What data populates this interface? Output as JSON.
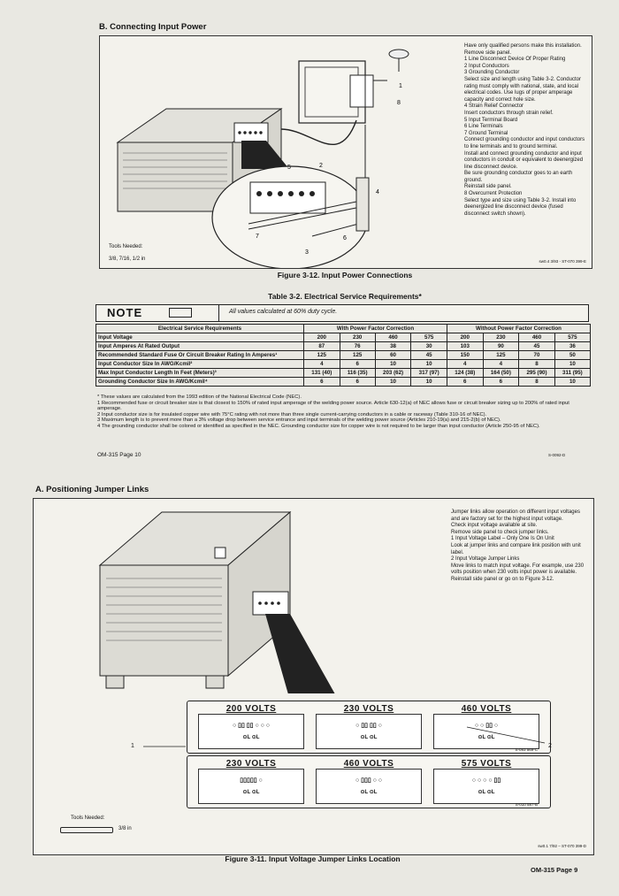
{
  "section_b": {
    "heading": "B. Connecting Input Power"
  },
  "fig312": {
    "notes": [
      "Have only qualified persons make this installation.",
      "Remove side panel.",
      "1   Line Disconnect Device Of Proper Rating",
      "2   Input Conductors",
      "3   Grounding Conductor",
      "Select size and length using Table 3-2. Conductor rating must comply with national, state, and local electrical codes. Use lugs of proper amperage capacity and correct hole size.",
      "4   Strain Relief Connector",
      "Insert conductors through strain relief.",
      "5   Input Terminal Board",
      "6   Line Terminals",
      "7   Ground Terminal",
      "Connect grounding conductor and input conductors to line terminals and to ground terminal.",
      "Install and connect grounding conductor and input conductors in conduit or equivalent to deenergized line disconnect device.",
      "Be sure grounding conductor goes to an earth ground.",
      "Reinstall side panel.",
      "8   Overcurrent Protection",
      "Select type and size using Table 3-2. Install into deenergized line disconnect device (fused disconnect switch shown)."
    ],
    "tools_label": "Tools Needed:",
    "tools_sizes": "3/8, 7/16, 1/2 in",
    "code": "sw0.4 3/93 - ST-070 399-E",
    "callouts": [
      "1",
      "2",
      "3",
      "4",
      "5",
      "6",
      "7",
      "8"
    ],
    "caption": "Figure 3-12. Input Power Connections"
  },
  "table32": {
    "title": "Table 3-2. Electrical Service Requirements*",
    "note_label": "NOTE",
    "note_text": "All values calculated at 60% duty cycle.",
    "col_header": "Electrical Service Requirements",
    "group1": "With Power Factor Correction",
    "group2": "Without Power Factor Correction",
    "rows": [
      {
        "label": "Input Voltage",
        "vals": [
          "200",
          "230",
          "460",
          "575",
          "200",
          "230",
          "460",
          "575"
        ]
      },
      {
        "label": "Input Amperes At Rated Output",
        "vals": [
          "87",
          "76",
          "38",
          "30",
          "103",
          "90",
          "45",
          "36"
        ]
      },
      {
        "label": "Recommended Standard Fuse Or Circuit Breaker Rating In Amperes¹",
        "vals": [
          "125",
          "125",
          "60",
          "45",
          "150",
          "125",
          "70",
          "50"
        ]
      },
      {
        "label": "Input Conductor Size In AWG/Kcmil²",
        "vals": [
          "4",
          "6",
          "10",
          "10",
          "4",
          "4",
          "8",
          "10"
        ]
      },
      {
        "label": "Max Input Conductor Length In Feet (Meters)³",
        "vals": [
          "131 (40)",
          "116 (35)",
          "203 (62)",
          "317 (97)",
          "124 (38)",
          "164 (50)",
          "295 (90)",
          "311 (95)"
        ]
      },
      {
        "label": "Grounding Conductor Size In AWG/Kcmil⁴",
        "vals": [
          "6",
          "6",
          "10",
          "10",
          "6",
          "6",
          "8",
          "10"
        ]
      }
    ],
    "footnotes": [
      "* These values are calculated from the 1993 edition of the National Electrical Code (NEC).",
      "1 Recommended fuse or circuit breaker size is that closest to 150% of rated input amperage of the welding power source. Article 630-12(a) of NEC allows fuse or circuit breaker sizing up to 200% of rated input amperage.",
      "2 Input conductor size is for insulated copper wire with 75°C rating with not more than three single current-carrying conductors in a cable or raceway (Table 310-16 of NEC).",
      "3 Maximum length is to prevent more than a 3% voltage drop between service entrance and input terminals of the welding power source (Articles 210-19(a) and 215-2(b) of NEC).",
      "4 The grounding conductor shall be colored or identified as specified in the NEC. Grounding conductor size for copper wire is not required to be larger than input conductor (Article 250-95 of NEC)."
    ],
    "code": "S-0092-D"
  },
  "page10": "OM-315 Page 10",
  "section_a": {
    "heading": "A. Positioning Jumper Links"
  },
  "fig311": {
    "notes": [
      "Jumper links allow operation on different input voltages and are factory set for the highest input voltage.",
      "Check input voltage available at site.",
      "Remove side panel to check jumper links.",
      "1   Input Voltage Label – Only One Is On Unit",
      "Look at jumper links and compare link position with unit label.",
      "2   Input Voltage Jumper Links",
      "Move links to match input voltage. For example, use 230 volts position when 230 volts input power is available.",
      "Reinstall side panel or go on to Figure 3-12."
    ],
    "label_sets": [
      {
        "panels": [
          {
            "volts": "200 VOLTS",
            "links": "○ ▯▯ ▯▯ ○ ○ ○",
            "lo": "⊙L ⊙L"
          },
          {
            "volts": "230 VOLTS",
            "links": "○ ▯▯ ▯▯ ○",
            "lo": "⊙L ⊙L"
          },
          {
            "volts": "460 VOLTS",
            "links": "○ ○ ▯▯ ○",
            "lo": "⊙L ⊙L"
          }
        ],
        "code": "S-093 569-C"
      },
      {
        "panels": [
          {
            "volts": "230 VOLTS",
            "links": "▯▯▯▯▯ ○",
            "lo": "⊙L ⊙L"
          },
          {
            "volts": "460 VOLTS",
            "links": "○ ▯▯▯ ○ ○",
            "lo": "⊙L ⊙L"
          },
          {
            "volts": "575 VOLTS",
            "links": "○ ○ ○ ○ ▯▯",
            "lo": "⊙L ⊙L"
          }
        ],
        "code": "S-010 587-B"
      }
    ],
    "callout1": "1",
    "callout2": "2",
    "tools_label": "Tools Needed:",
    "tools_sizes": "3/8 in",
    "code": "sw0.1 7/92 – ST-070 399-D",
    "caption": "Figure 3-11. Input Voltage Jumper Links Location"
  },
  "page9": "OM-315 Page 9"
}
